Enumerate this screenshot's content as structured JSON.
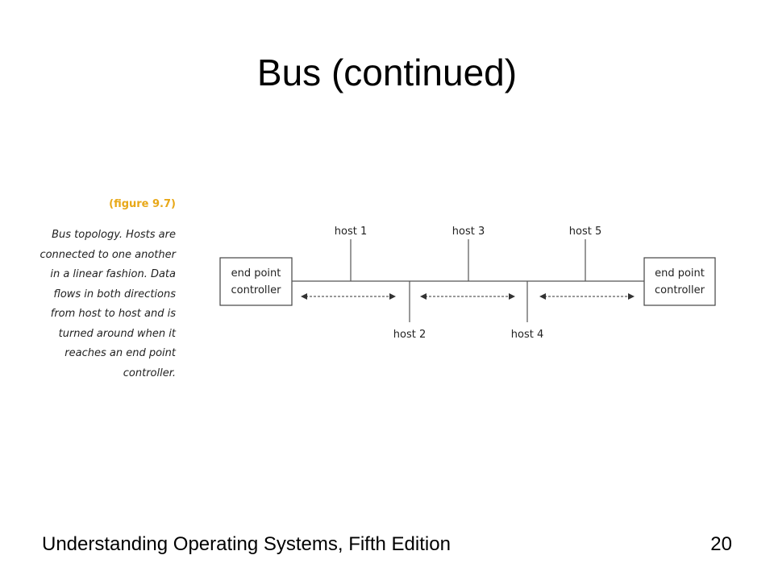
{
  "slide": {
    "title": "Bus (continued)",
    "footer": "Understanding Operating Systems, Fifth Edition",
    "page_number": "20"
  },
  "figure": {
    "label": "(figure 9.7)",
    "caption_lines": [
      "Bus topology. Hosts are",
      "connected to one another",
      "in a linear fashion. Data",
      "flows in both directions",
      "from host to host and is",
      "turned around when it",
      "reaches an end point",
      "controller."
    ]
  },
  "diagram": {
    "left_controller": [
      "end point",
      "controller"
    ],
    "right_controller": [
      "end point",
      "controller"
    ],
    "hosts_top": [
      "host 1",
      "host 3",
      "host 5"
    ],
    "hosts_bottom": [
      "host 2",
      "host 4"
    ],
    "colors": {
      "lines": "#333333",
      "accent": "#e8a818"
    }
  }
}
